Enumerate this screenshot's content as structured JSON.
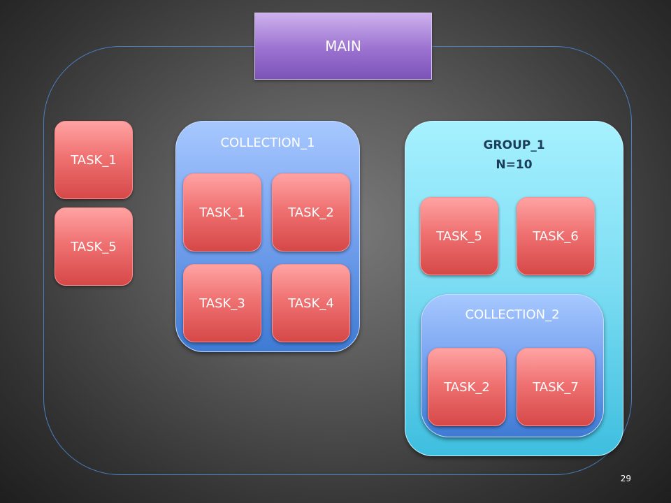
{
  "main": {
    "label": "MAIN"
  },
  "standalone_tasks": [
    "TASK_1",
    "TASK_5"
  ],
  "collection_1": {
    "title": "COLLECTION_1",
    "tasks": [
      "TASK_1",
      "TASK_2",
      "TASK_3",
      "TASK_4"
    ]
  },
  "group_1": {
    "title": "GROUP_1",
    "subtitle": "N=10",
    "tasks": [
      "TASK_5",
      "TASK_6"
    ],
    "collection_2": {
      "title": "COLLECTION_2",
      "tasks": [
        "TASK_2",
        "TASK_7"
      ]
    }
  },
  "page_number": "29",
  "colors": {
    "main": "#9b72d0",
    "task": "#f07272",
    "collection": "#7ea8f2",
    "group": "#7adcf2",
    "frame": "#4a7fc0"
  }
}
